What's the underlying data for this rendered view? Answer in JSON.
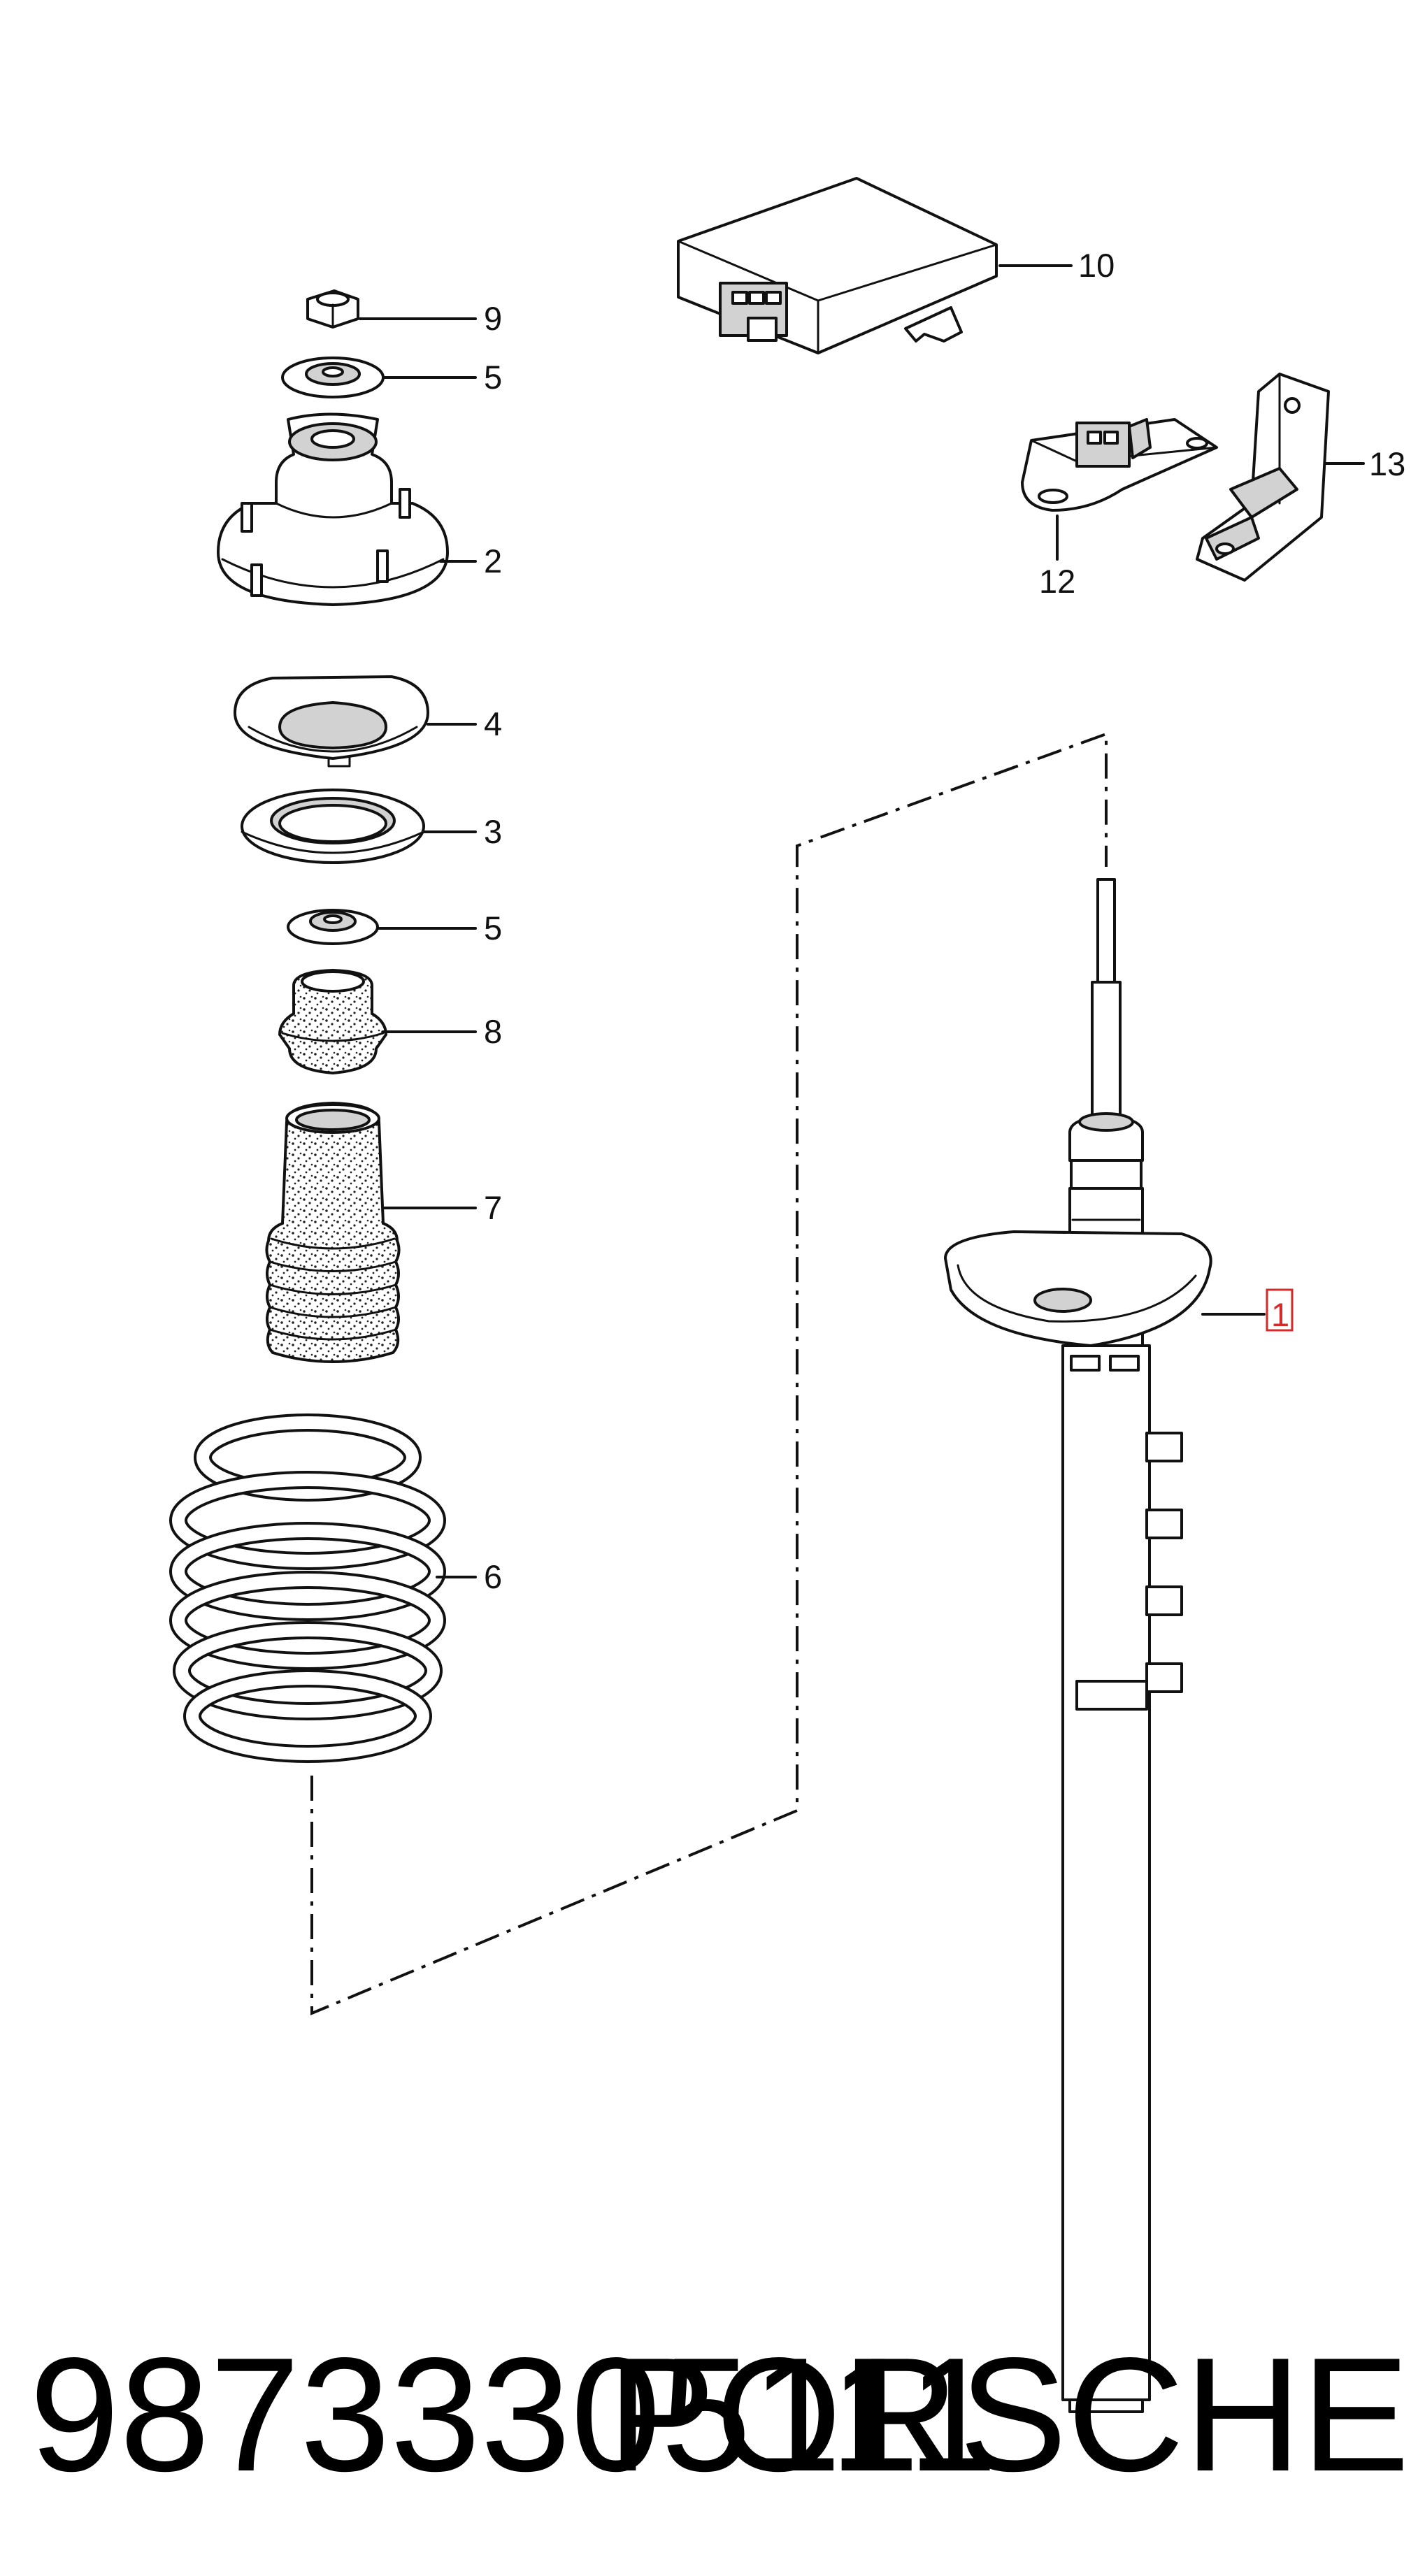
{
  "callouts": {
    "c1": "1",
    "c2": "2",
    "c3": "3",
    "c4": "4",
    "c5a": "5",
    "c5b": "5",
    "c6": "6",
    "c7": "7",
    "c8": "8",
    "c9": "9",
    "c10": "10",
    "c12": "12",
    "c13": "13"
  },
  "highlight_color": "#d42a2a",
  "footer": {
    "part_number": "98733305111",
    "brand": "PORSCHE"
  }
}
